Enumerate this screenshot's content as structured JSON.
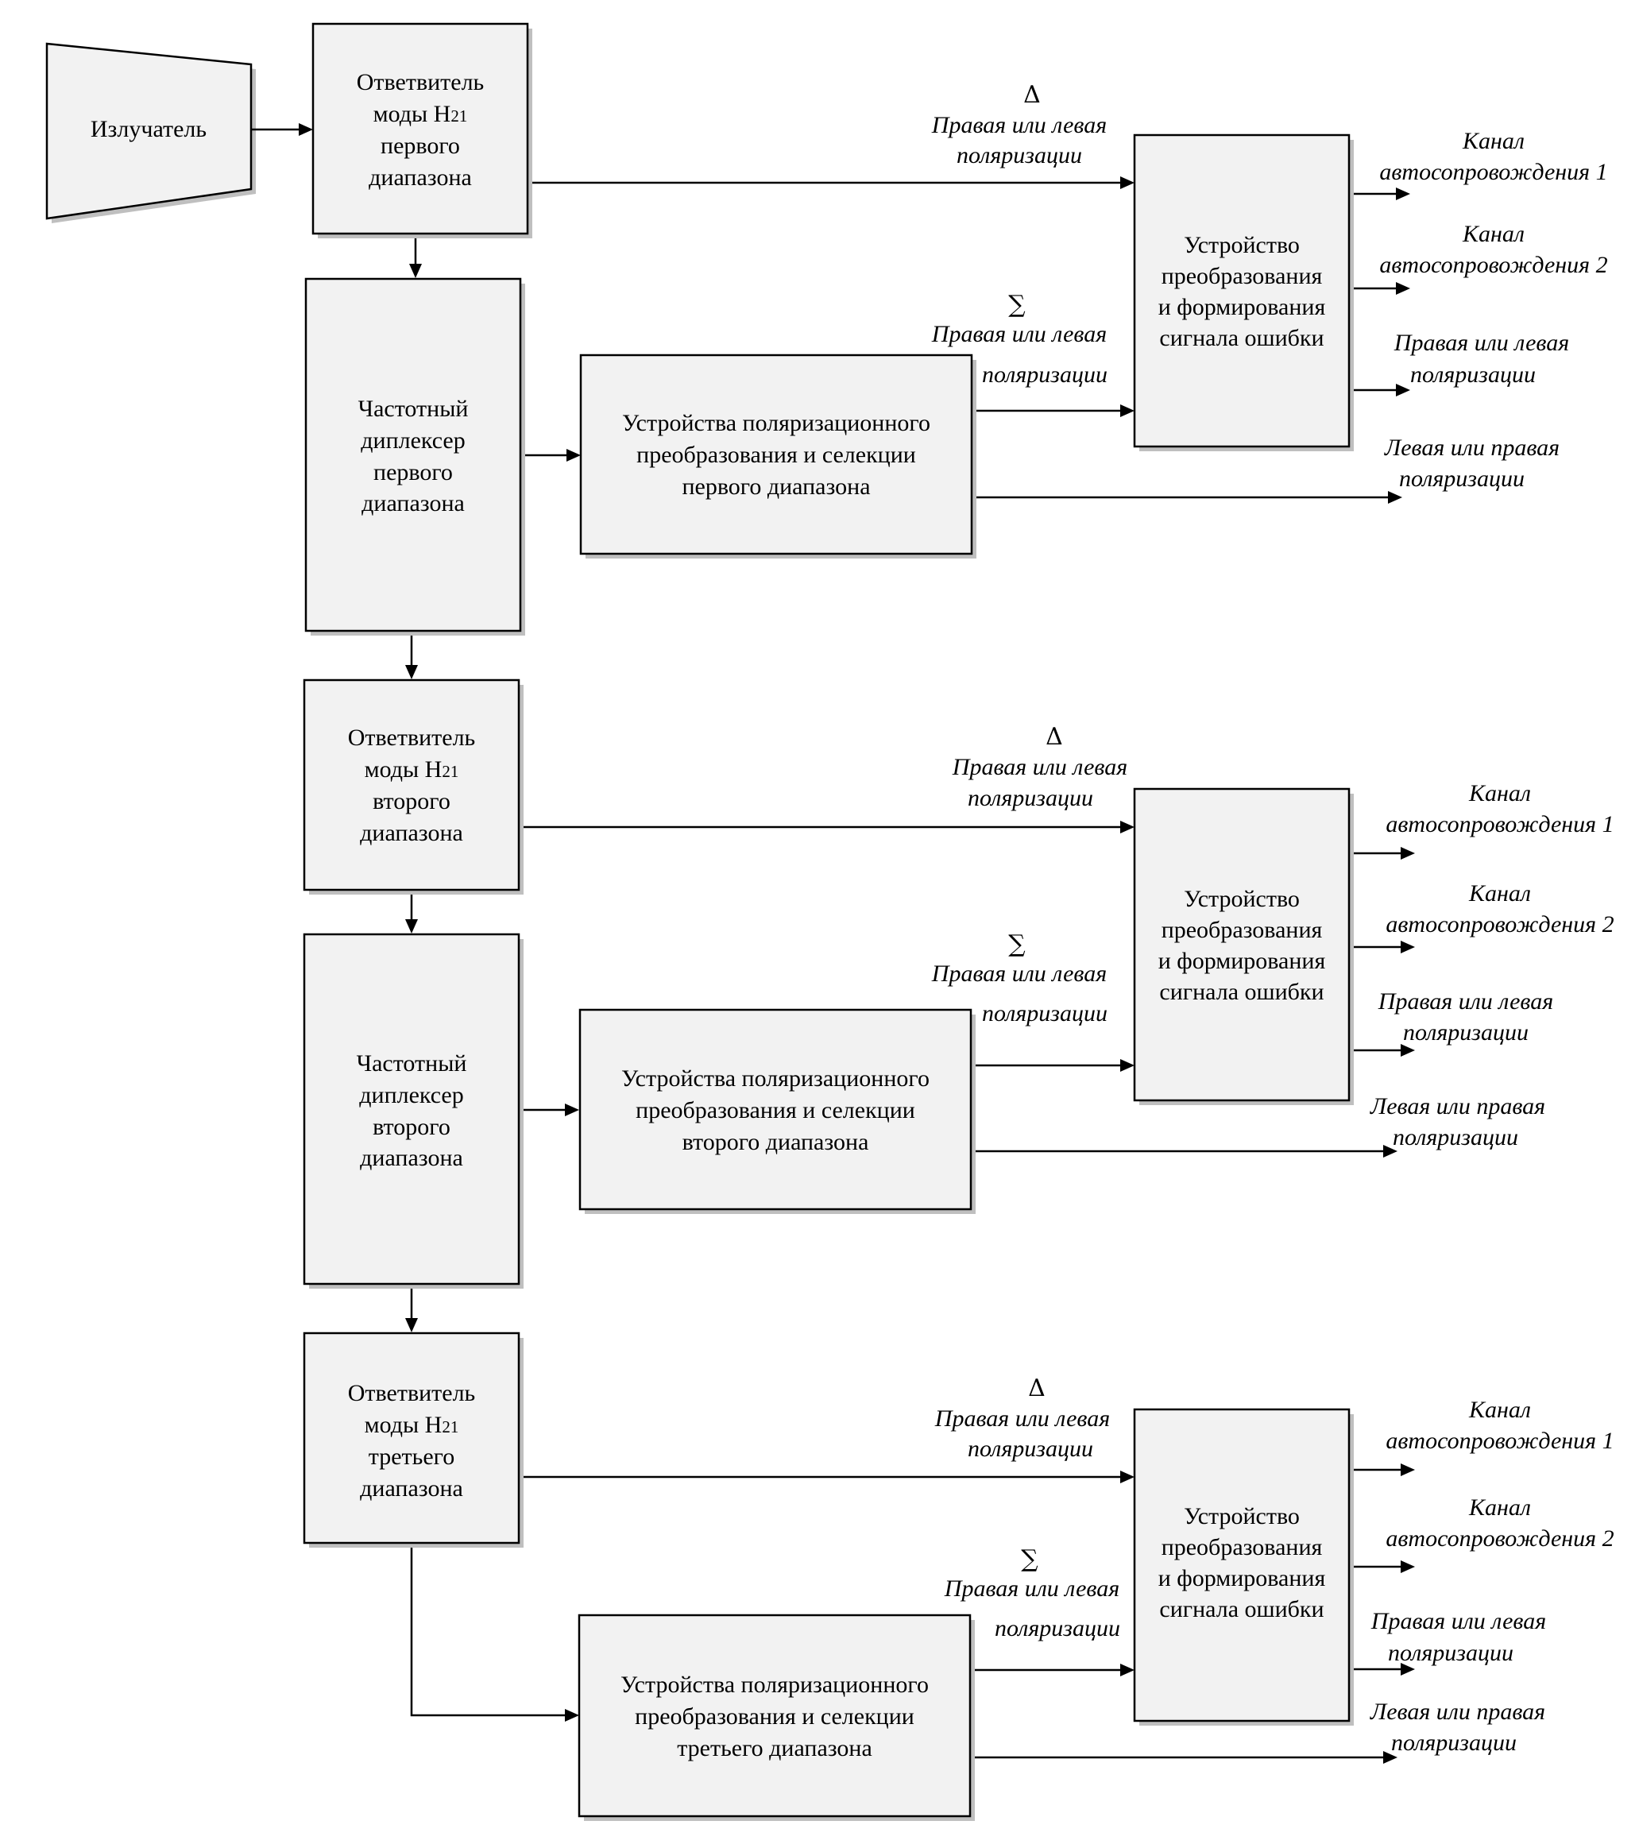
{
  "emitter": {
    "label": "Излучатель"
  },
  "stages": [
    {
      "coupler": {
        "line1": "Ответвитель",
        "line2_main": "моды H",
        "line2_sub": "21",
        "line3": "первого",
        "line4": "диапазона"
      },
      "diplexer": {
        "lines": [
          "Частотный",
          "диплексер",
          "первого",
          "диапазона"
        ]
      },
      "polarizer": {
        "lines": [
          "Устройства поляризационного",
          "преобразования и селекции",
          "первого диапазона"
        ]
      },
      "error_device": {
        "lines": [
          "Устройство",
          "преобразования",
          "и формирования",
          "сигнала ошибки"
        ]
      },
      "delta": {
        "symbol": "Δ",
        "lines": [
          "Правая или левая",
          "поляризации"
        ]
      },
      "sigma": {
        "symbol": "∑",
        "lines": [
          "Правая или левая",
          "поляризации"
        ]
      },
      "outputs": [
        {
          "lines": [
            "Канал",
            "автосопровождения 1"
          ]
        },
        {
          "lines": [
            "Канал",
            "автосопровождения 2"
          ]
        },
        {
          "lines": [
            "Правая или левая",
            "поляризации"
          ]
        }
      ],
      "left_output": {
        "lines": [
          "Левая или правая",
          "поляризации"
        ]
      }
    },
    {
      "coupler": {
        "line1": "Ответвитель",
        "line2_main": "моды H",
        "line2_sub": "21",
        "line3": "второго",
        "line4": "диапазона"
      },
      "diplexer": {
        "lines": [
          "Частотный",
          "диплексер",
          "второго",
          "диапазона"
        ]
      },
      "polarizer": {
        "lines": [
          "Устройства поляризационного",
          "преобразования и селекции",
          "второго диапазона"
        ]
      },
      "error_device": {
        "lines": [
          "Устройство",
          "преобразования",
          "и формирования",
          "сигнала ошибки"
        ]
      },
      "delta": {
        "symbol": "Δ",
        "lines": [
          "Правая или левая",
          "поляризации"
        ]
      },
      "sigma": {
        "symbol": "∑",
        "lines": [
          "Правая или левая",
          "поляризации"
        ]
      },
      "outputs": [
        {
          "lines": [
            "Канал",
            "автосопровождения 1"
          ]
        },
        {
          "lines": [
            "Канал",
            "автосопровождения 2"
          ]
        },
        {
          "lines": [
            "Правая или левая",
            "поляризации"
          ]
        }
      ],
      "left_output": {
        "lines": [
          "Левая или правая",
          "поляризации"
        ]
      }
    },
    {
      "coupler": {
        "line1": "Ответвитель",
        "line2_main": "моды H",
        "line2_sub": "21",
        "line3": "третьего",
        "line4": "диапазона"
      },
      "polarizer": {
        "lines": [
          "Устройства поляризационного",
          "преобразования и селекции",
          "третьего диапазона"
        ]
      },
      "error_device": {
        "lines": [
          "Устройство",
          "преобразования",
          "и формирования",
          "сигнала ошибки"
        ]
      },
      "delta": {
        "symbol": "Δ",
        "lines": [
          "Правая или левая",
          "поляризации"
        ]
      },
      "sigma": {
        "symbol": "∑",
        "lines": [
          "Правая или левая",
          "поляризации"
        ]
      },
      "outputs": [
        {
          "lines": [
            "Канал",
            "автосопровождения 1"
          ]
        },
        {
          "lines": [
            "Канал",
            "автосопровождения 2"
          ]
        },
        {
          "lines": [
            "Правая или левая",
            "поляризации"
          ]
        }
      ],
      "left_output": {
        "lines": [
          "Левая или правая",
          "поляризации"
        ]
      }
    }
  ]
}
